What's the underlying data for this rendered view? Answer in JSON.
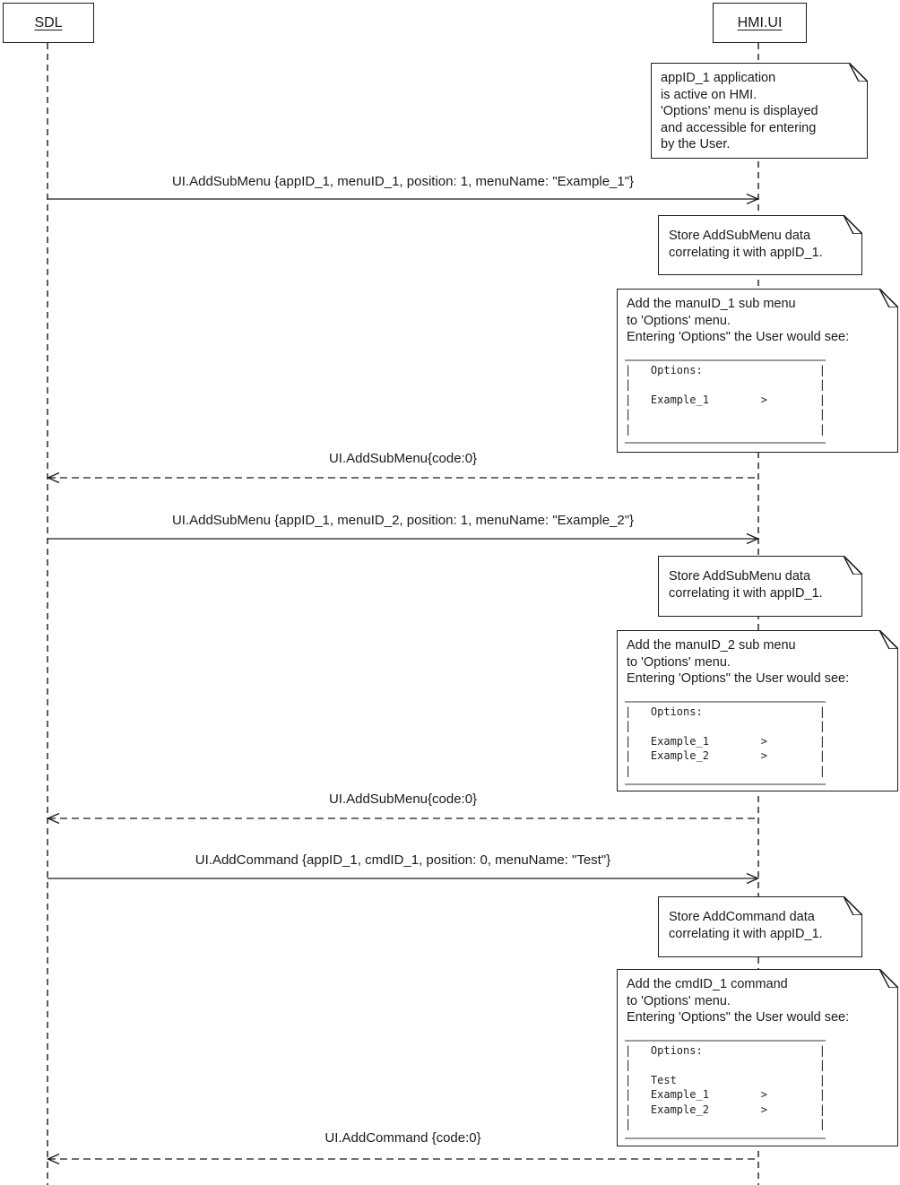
{
  "colors": {
    "line": "#1a1a1a",
    "note_border": "#1c1c1c",
    "menu_rule": "#9b9b9b",
    "background": "#ffffff"
  },
  "actors": [
    {
      "label": "SDL"
    },
    {
      "label": "HMI.UI"
    }
  ],
  "messages": [
    {
      "kind": "call",
      "from": "SDL",
      "to": "HMI.UI",
      "label": "UI.AddSubMenu {appID_1, menuID_1, position: 1, menuName: \"Example_1\"}"
    },
    {
      "kind": "return",
      "from": "HMI.UI",
      "to": "SDL",
      "label": "UI.AddSubMenu{code:0}"
    },
    {
      "kind": "call",
      "from": "SDL",
      "to": "HMI.UI",
      "label": "UI.AddSubMenu {appID_1, menuID_2, position: 1, menuName: \"Example_2\"}"
    },
    {
      "kind": "return",
      "from": "HMI.UI",
      "to": "SDL",
      "label": "UI.AddSubMenu{code:0}"
    },
    {
      "kind": "call",
      "from": "SDL",
      "to": "HMI.UI",
      "label": "UI.AddCommand {appID_1, cmdID_1, position: 0, menuName: \"Test\"}"
    },
    {
      "kind": "return",
      "from": "HMI.UI",
      "to": "SDL",
      "label": "UI.AddCommand {code:0}"
    }
  ],
  "notes": [
    {
      "text": "appID_1 application\nis active on HMI.\n'Options' menu is displayed\nand accessible for entering\nby the User."
    },
    {
      "text": "Store AddSubMenu data\ncorrelating it with appID_1."
    },
    {
      "text": "Add the manuID_1 sub menu\nto 'Options' menu.\nEntering 'Options\" the User would see:",
      "menu": "|   Options:                  |\n|                             |\n|   Example_1        >        |\n|                             |\n|                             |"
    },
    {
      "text": "Store AddSubMenu data\ncorrelating it with appID_1."
    },
    {
      "text": "Add the manuID_2 sub menu\nto 'Options' menu.\nEntering 'Options\" the User would see:",
      "menu": "|   Options:                  |\n|                             |\n|   Example_1        >        |\n|   Example_2        >        |\n|                             |"
    },
    {
      "text": "Store AddCommand data\ncorrelating it with appID_1."
    },
    {
      "text": "Add the cmdID_1 command\nto 'Options' menu.\nEntering 'Options\" the User would see:",
      "menu": "|   Options:                  |\n|                             |\n|   Test                      |\n|   Example_1        >        |\n|   Example_2        >        |\n|                             |"
    }
  ]
}
